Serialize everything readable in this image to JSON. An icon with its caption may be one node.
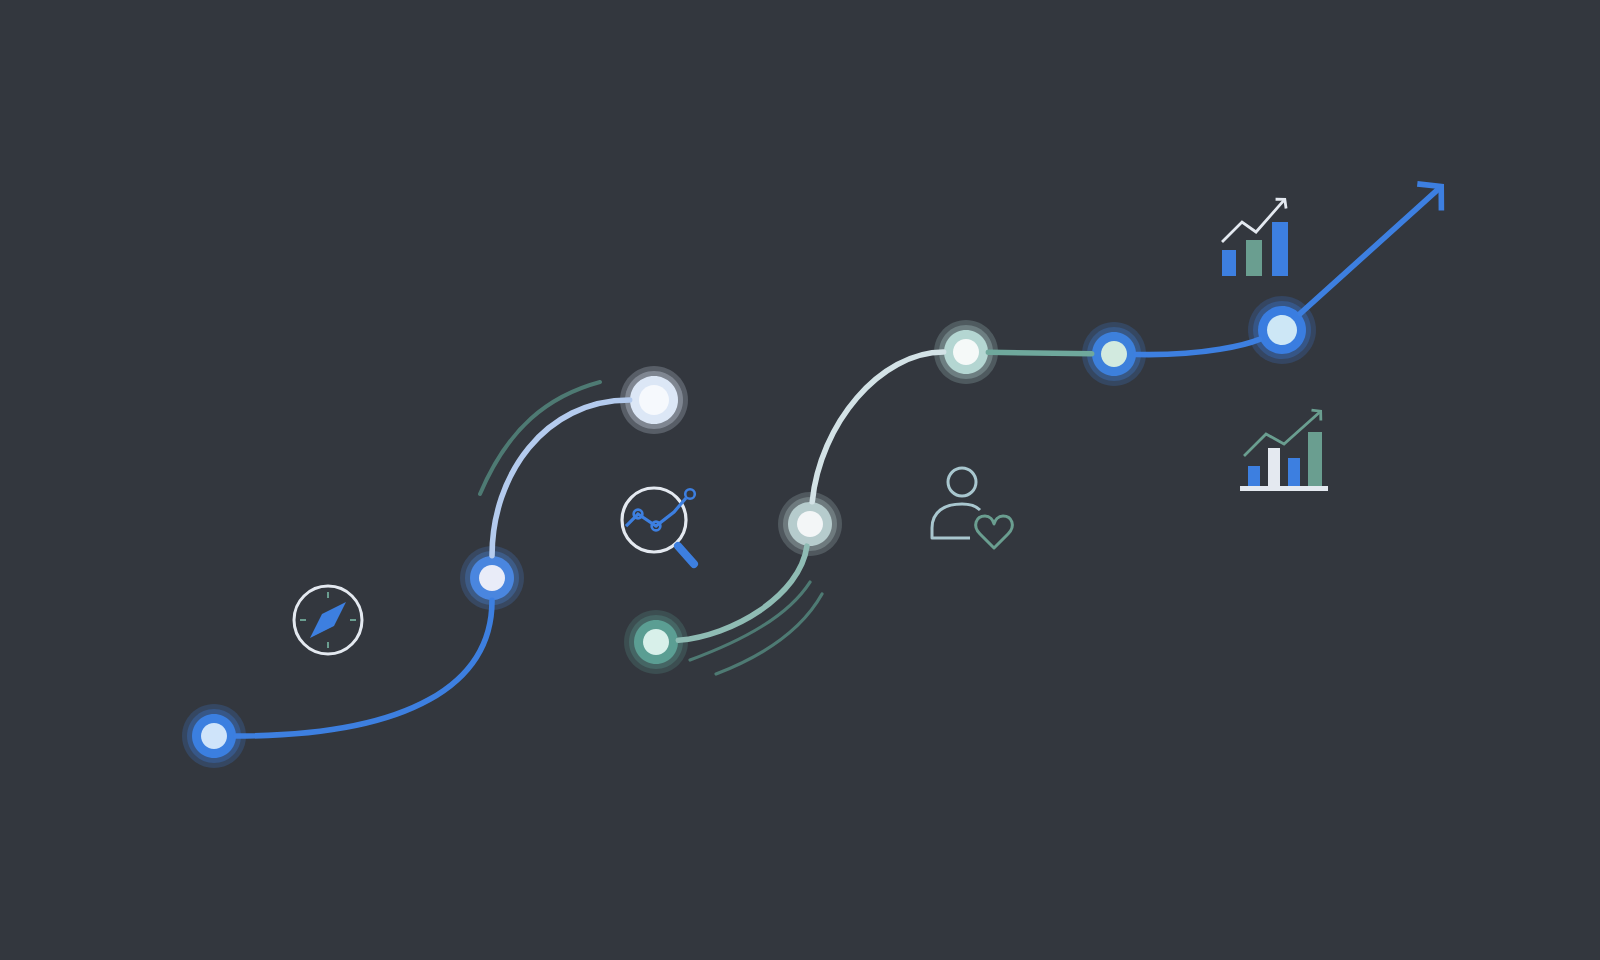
{
  "diagram": {
    "nodes": [
      {
        "text": [],
        "shape": "circle"
      },
      {
        "text": [],
        "shape": "circle"
      },
      {
        "text": [],
        "shape": "circle"
      },
      {
        "text": [],
        "shape": "circle"
      },
      {
        "text": [],
        "shape": "circle"
      },
      {
        "text": [],
        "shape": "circle"
      },
      {
        "text": [],
        "shape": "circle"
      },
      {
        "text": [],
        "shape": "circle"
      }
    ],
    "edges": [
      {
        "from": 0,
        "to": 1,
        "arrow": "none"
      },
      {
        "from": 1,
        "to": 2,
        "arrow": "none",
        "color": "#b4cbee"
      },
      {
        "from": 3,
        "to": 4,
        "arrow": "none",
        "color": "#8fbcb4"
      },
      {
        "from": 4,
        "to": 5,
        "arrow": "none",
        "color": "#d3e2e6"
      },
      {
        "from": 5,
        "to": 6,
        "arrow": "none",
        "color": "#6fa89c"
      },
      {
        "from": 6,
        "to": 7,
        "arrow": "none"
      },
      {
        "from": 7,
        "to": null,
        "arrow": "to"
      }
    ]
  }
}
